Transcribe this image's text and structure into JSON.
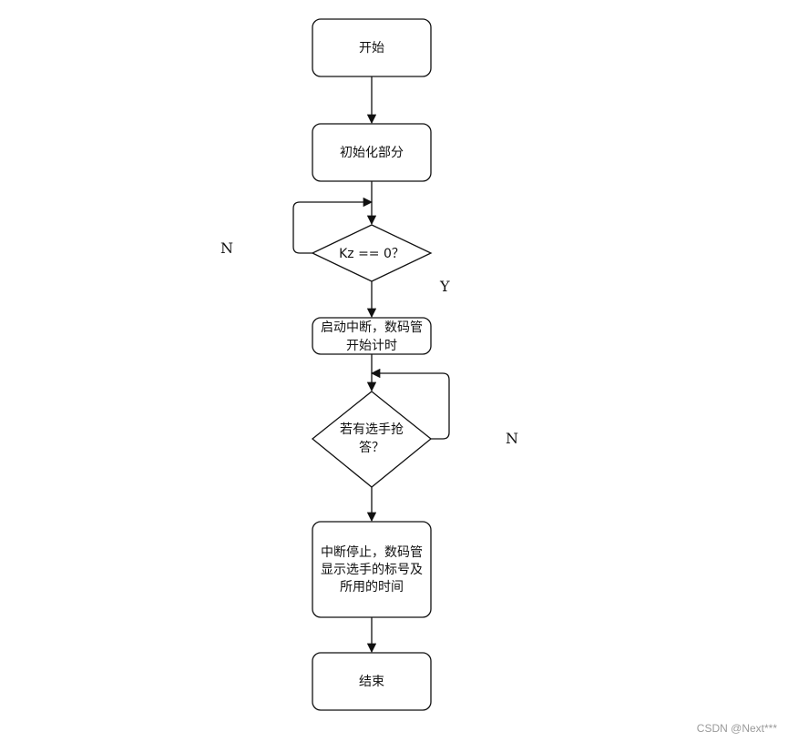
{
  "nodes": {
    "start": {
      "lines": [
        "开始"
      ]
    },
    "init": {
      "lines": [
        "初始化部分"
      ]
    },
    "kz_check": {
      "lines": [
        "Kz == 0？"
      ]
    },
    "start_interrupt": {
      "lines": [
        "启动中断，数码管",
        "开始计时"
      ]
    },
    "contestant_check": {
      "lines": [
        "若有选手抢",
        "答？"
      ]
    },
    "stop_interrupt": {
      "lines": [
        "中断停止，数码管",
        "显示选手的标号及",
        "所用的时间"
      ]
    },
    "end": {
      "lines": [
        "结束"
      ]
    }
  },
  "labels": {
    "kz_no": "N",
    "kz_yes": "Y",
    "contestant_no": "N"
  },
  "watermark": "CSDN @Next***",
  "colors": {
    "stroke": "#111111",
    "background": "#ffffff",
    "watermark": "#9a9a9a"
  }
}
